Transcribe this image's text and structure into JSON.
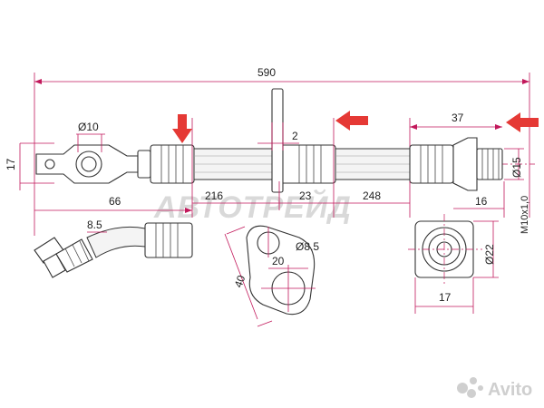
{
  "watermark": {
    "text": "АВТОТРЕЙД"
  },
  "footer_logo": {
    "text": "Avito"
  },
  "dimensions": {
    "overall_length": "590",
    "end_length": "37",
    "eye_diameter": "Ø10",
    "bracket_thickness": "2",
    "height_left": "17",
    "fitting_diameter": "Ø15",
    "thread": "M10x1,0",
    "left_span": "66",
    "span_216": "216",
    "span_23": "23",
    "span_248": "248",
    "span_16": "16",
    "bend_size": "8.5",
    "bracket_hole": "Ø8.5",
    "bracket_width": "20",
    "bracket_length": "40",
    "hex_diameter": "Ø22",
    "hex_width": "17"
  },
  "colors": {
    "dimension_line": "#c2185b",
    "arrow": "#e53935",
    "outline": "#333333"
  },
  "icons": [
    "arrow-right-icon",
    "arrow-left-icon",
    "arrow-down-icon",
    "avito-logo-icon"
  ]
}
